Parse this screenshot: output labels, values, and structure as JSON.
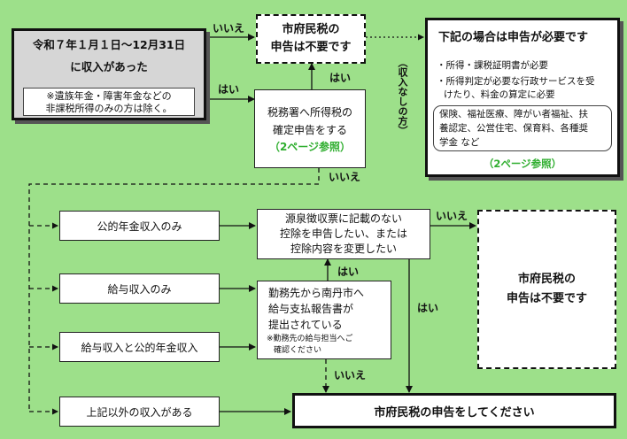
{
  "start": {
    "line1": "令和７年１月１日～12月31日",
    "line2": "に収入があった",
    "note1": "※遺族年金・障害年金などの",
    "note2": "非課税所得のみの方は除く。"
  },
  "top_not_needed": {
    "line1": "市府民税の",
    "line2": "申告は不要です"
  },
  "tax_office": {
    "line1": "税務署へ所得税の",
    "line2": "確定申告をする",
    "ref": "（2ページ参照）"
  },
  "required": {
    "title": "下記の場合は申告が必要です",
    "bullet1": "・所得・課税証明書が必要",
    "bullet2a": "・所得判定が必要な行政サービスを受",
    "bullet2b": "けたり、料金の算定に必要",
    "examples1": "保険、福祉医療、障がい者福祉、扶",
    "examples2": "養認定、公営住宅、保育料、各種奨",
    "examples3": "学金 など",
    "ref": "（2ページ参照）"
  },
  "no_income_label": "（収入なしの方）",
  "income_types": {
    "pension": "公的年金収入のみ",
    "salary": "給与収入のみ",
    "both": "給与収入と公的年金収入",
    "other": "上記以外の収入がある"
  },
  "deduction": {
    "line1": "源泉徴収票に記載のない",
    "line2": "控除を申告したい、または",
    "line3": "控除内容を変更したい"
  },
  "employer": {
    "line1": "勤務先から南丹市へ",
    "line2": "給与支払報告書が",
    "line3": "提出されている",
    "note1": "※勤務先の給与担当へご",
    "note2": "確認ください"
  },
  "right_not_needed": {
    "line1": "市府民税の",
    "line2": "申告は不要です"
  },
  "must_file": "市府民税の申告をしてください",
  "labels": {
    "iie_top": "いいえ",
    "hai_start": "はい",
    "hai_up": "はい",
    "iie_mid": "いいえ",
    "iie_right": "いいえ",
    "hai_mid": "はい",
    "hai_right": "はい",
    "iie_bottom": "いいえ"
  }
}
